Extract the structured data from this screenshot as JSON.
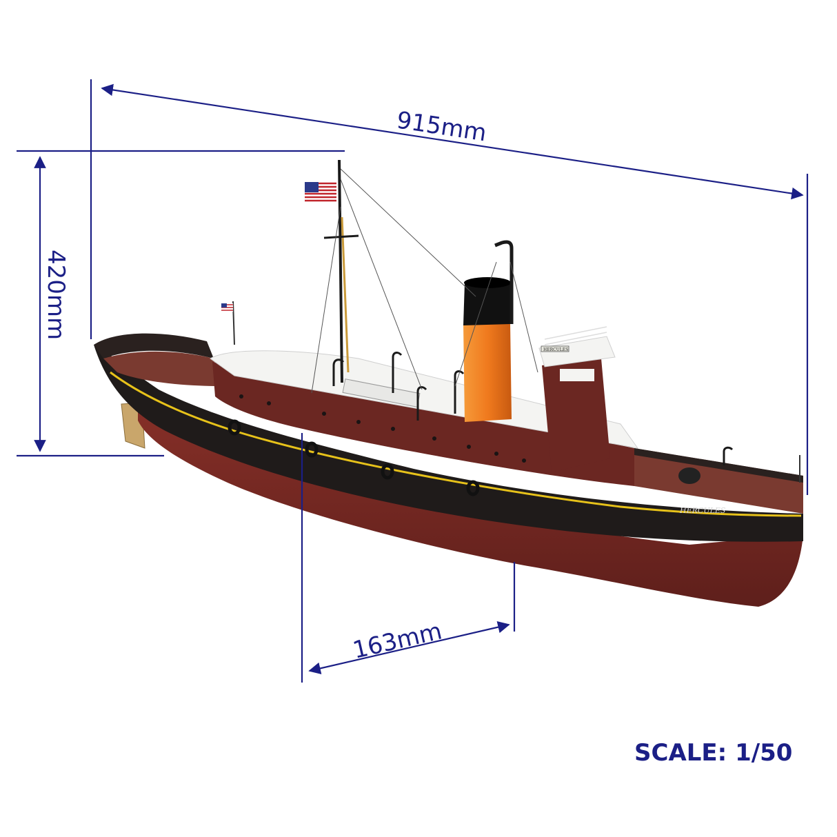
{
  "dimensions": {
    "length_label": "915mm",
    "height_label": "420mm",
    "draft_label": "163mm"
  },
  "scale": {
    "label": "SCALE: 1/50"
  },
  "model": {
    "ship_name": "HERCULES",
    "nameplate": "HERCULES"
  },
  "colors": {
    "dimension_lines": "#1b1f86",
    "hull_lower": "#7a2a24",
    "hull_upper": "#1f1b1a",
    "deckhouse": "#6b2722",
    "funnel": "#f07a1e",
    "funnel_top": "#111111",
    "stripe": "#e7c21a",
    "deck_white": "#f4f4f2"
  }
}
